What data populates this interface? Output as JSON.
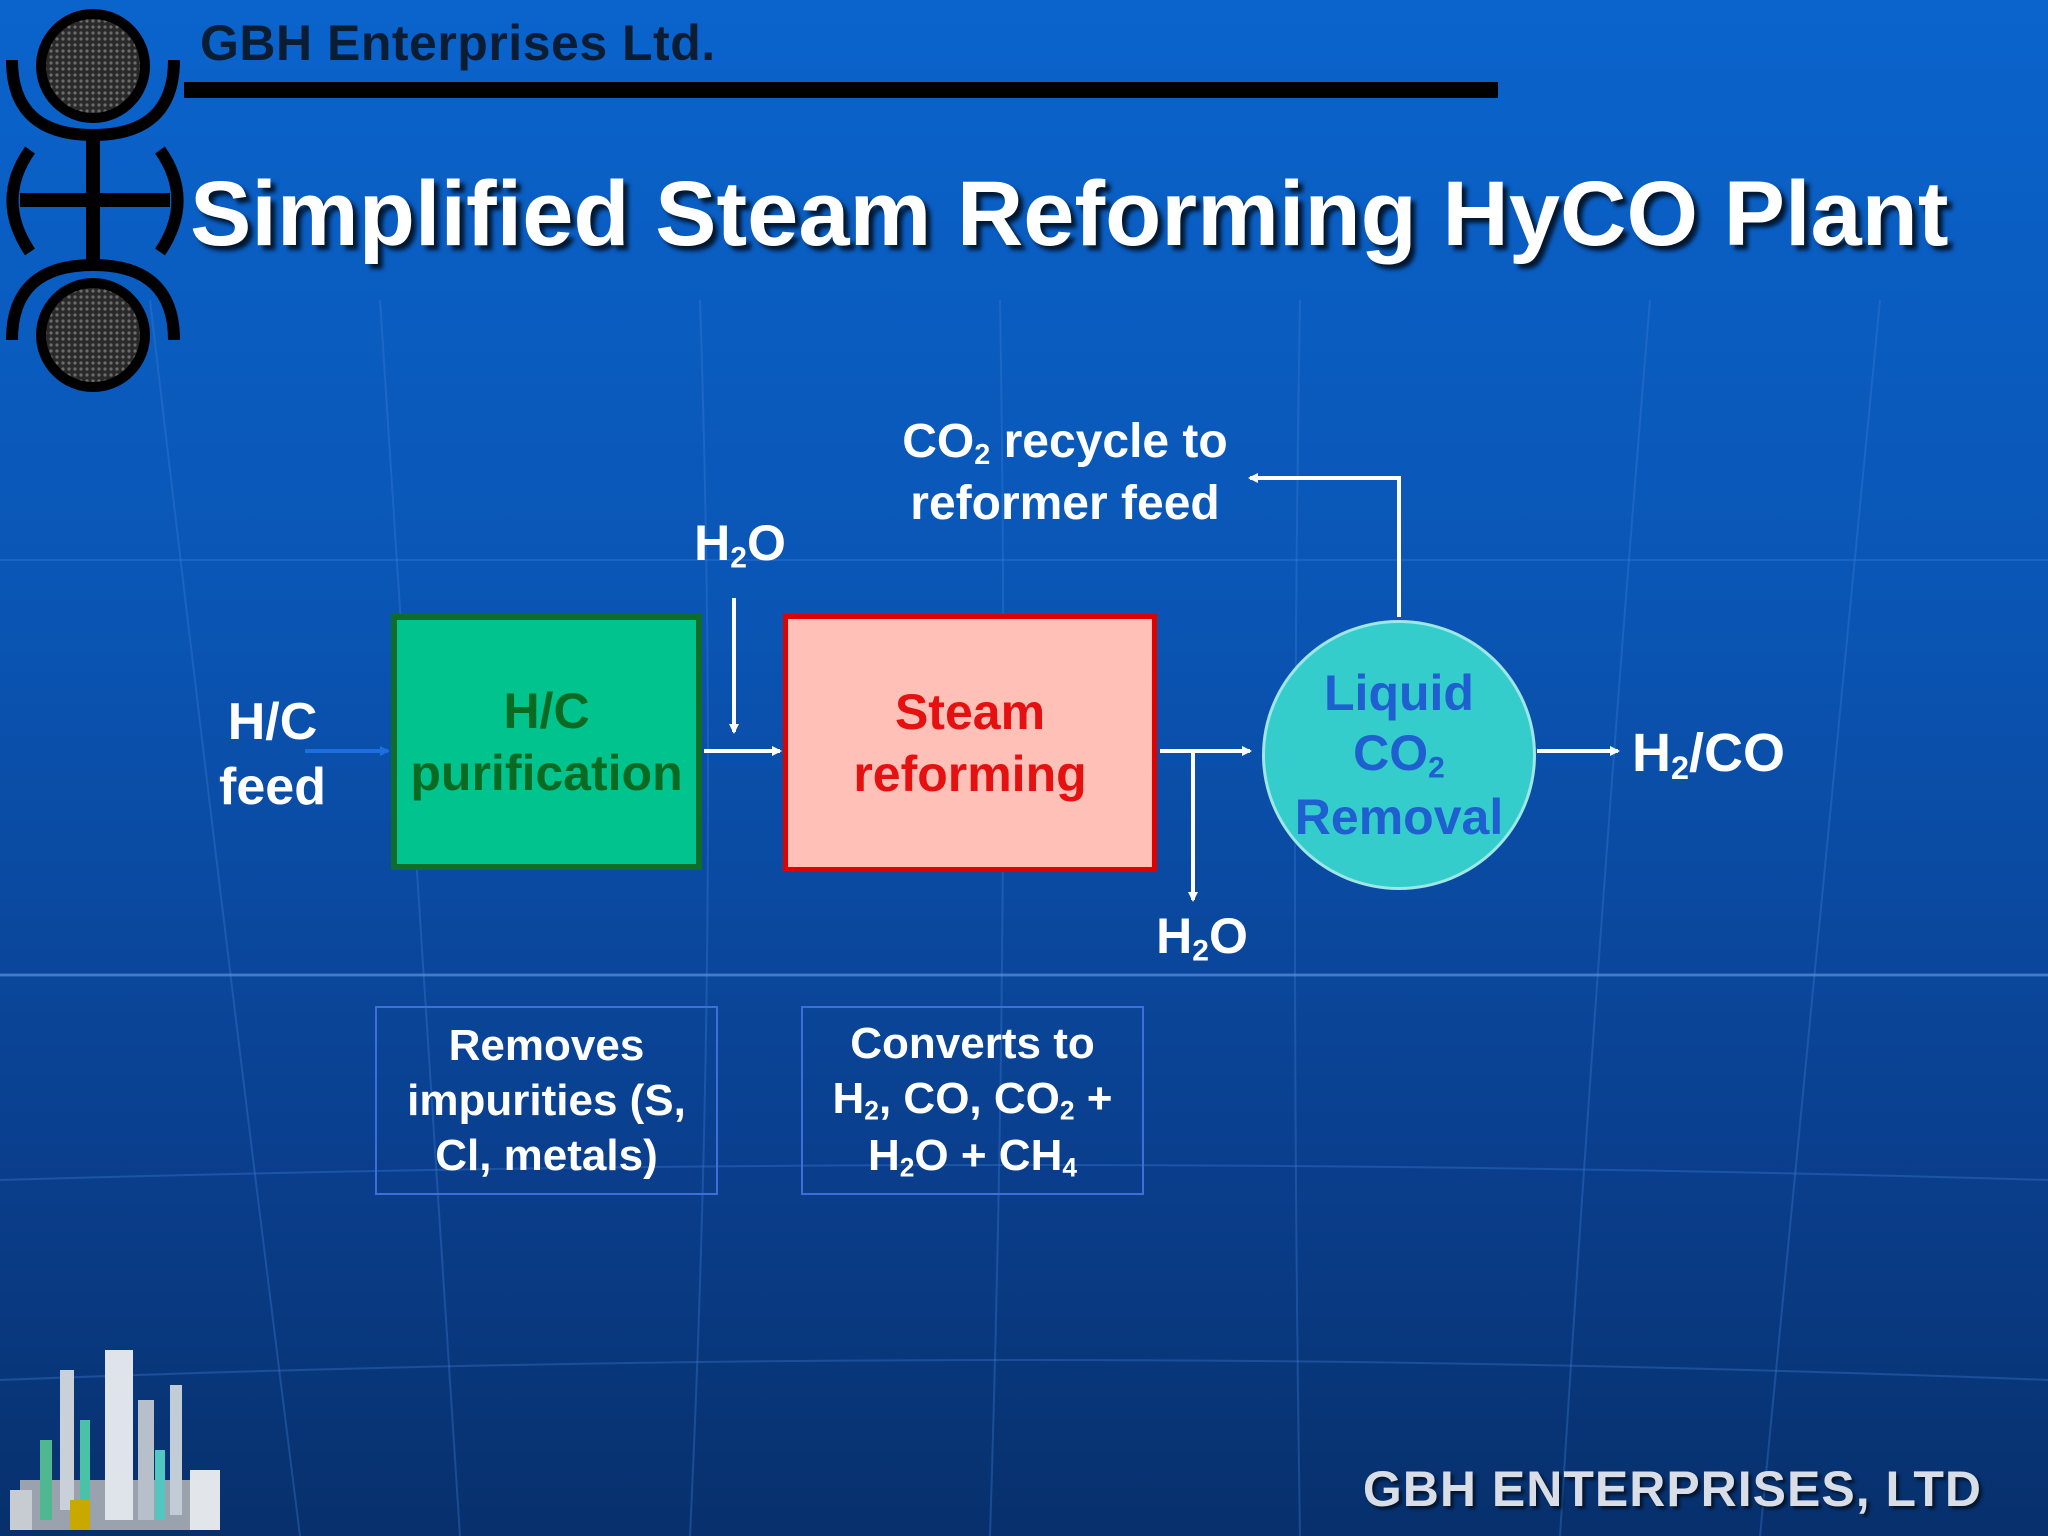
{
  "header": {
    "company": "GBH Enterprises Ltd.",
    "title": "Simplified Steam Reforming HyCO Plant"
  },
  "diagram": {
    "feed_label_1": "H/C",
    "feed_label_2": "feed",
    "purification": {
      "line1": "H/C",
      "line2": "purification"
    },
    "steam_reforming": {
      "line1": "Steam",
      "line2": "reforming"
    },
    "co2_removal": {
      "line1": "Liquid",
      "line2_main": "CO",
      "line2_sub": "2",
      "line3": "Removal"
    },
    "water_in": {
      "main1": "H",
      "sub": "2",
      "main2": "O"
    },
    "water_out": {
      "main1": "H",
      "sub": "2",
      "main2": "O"
    },
    "recycle": {
      "pre": "CO",
      "sub": "2",
      "post": " recycle to",
      "line2": "reformer feed"
    },
    "product": {
      "pre": "H",
      "sub": "2",
      "post": "/CO"
    }
  },
  "notes": {
    "purification": {
      "line1": "Removes",
      "line2": "impurities (S,",
      "line3": "Cl, metals)"
    },
    "reforming": {
      "line1": "Converts to",
      "l2_a": "H",
      "l2_a_sub": "2",
      "l2_b": ", CO, CO",
      "l2_b_sub": "2",
      "l2_c": " +",
      "l3_a": "H",
      "l3_a_sub": "2",
      "l3_b": "O + CH",
      "l3_b_sub": "4"
    }
  },
  "footer": {
    "text": "GBH ENTERPRISES, LTD"
  },
  "colors": {
    "background": "#0a55b4",
    "purification_fill": "#00c38e",
    "steam_fill": "#ffc0b8",
    "circle_fill": "#35cccc",
    "arrow": "#ffffff"
  }
}
